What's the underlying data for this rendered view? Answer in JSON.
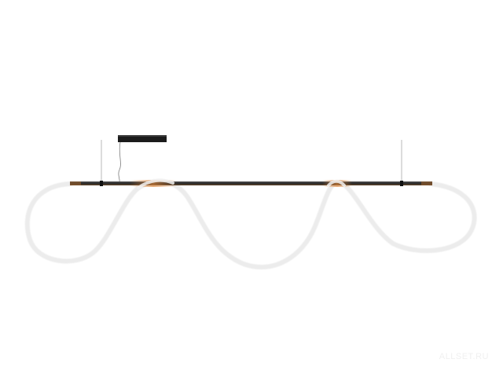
{
  "product": {
    "watermark_text": "ALLSET.RU",
    "colors": {
      "background": "#ffffff",
      "rail": "#2b2b2b",
      "rail_highlight": "#8a5a2e",
      "driver_box": "#1b1b1b",
      "suspension_wire": "#b8b8b8",
      "power_cable": "#7a7a7a",
      "light_tube": "#ececec",
      "glow": "#d9843a"
    },
    "icons": [
      "lamp-rail",
      "flexible-light-tube",
      "driver-box",
      "suspension-wire"
    ]
  }
}
